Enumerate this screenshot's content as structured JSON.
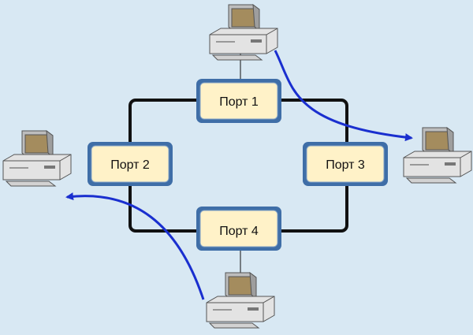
{
  "colors": {
    "background": "#d8e8f3",
    "ring": "#111111",
    "port_outer": "#3f6ea7",
    "port_inner": "#fff2c8",
    "flow_arrow": "#1a2fcf",
    "computer_body": "#e3e3e3",
    "computer_screen": "#a48c5e"
  },
  "ports": [
    {
      "id": "port-1",
      "label": "Порт 1"
    },
    {
      "id": "port-2",
      "label": "Порт 2"
    },
    {
      "id": "port-3",
      "label": "Порт 3"
    },
    {
      "id": "port-4",
      "label": "Порт 4"
    }
  ],
  "computers": [
    {
      "id": "computer-top",
      "icon": "desktop-computer-icon"
    },
    {
      "id": "computer-left",
      "icon": "desktop-computer-icon"
    },
    {
      "id": "computer-right",
      "icon": "desktop-computer-icon"
    },
    {
      "id": "computer-bottom",
      "icon": "desktop-computer-icon"
    }
  ],
  "flows": [
    {
      "from": "computer-top",
      "to": "computer-right"
    },
    {
      "from": "computer-bottom",
      "to": "computer-left"
    }
  ]
}
